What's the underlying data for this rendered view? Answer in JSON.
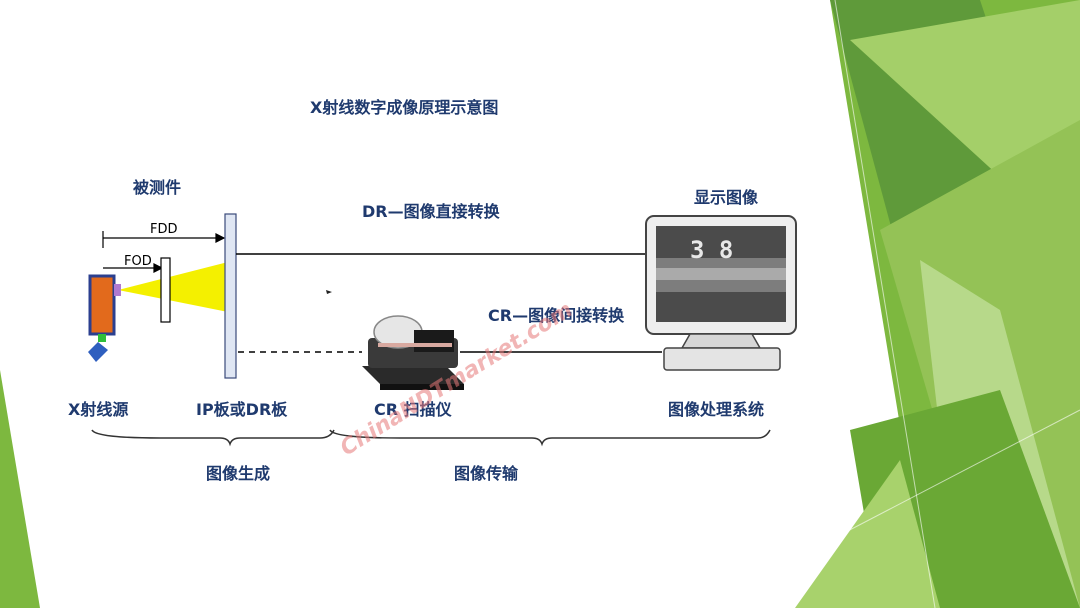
{
  "title": "X射线数字成像原理示意图",
  "labels": {
    "object": "被测件",
    "fdd": "FDD",
    "fod": "FOD",
    "dr_path": "DR—图像直接转换",
    "cr_path": "CR—图像间接转换",
    "display": "显示图像",
    "source": "X射线源",
    "plate": "IP板或DR板",
    "scanner": "CR 扫描仪",
    "processing": "图像处理系统",
    "generation": "图像生成",
    "transmission": "图像传输"
  },
  "monitor": {
    "digits": "3 8"
  },
  "watermark": "ChinaNDTmarket.com",
  "colors": {
    "label_text": "#1f3a6e",
    "green_dark": "#5f9a3a",
    "green_mid": "#7db83f",
    "green_light": "#b7d98a",
    "beam": "#f4f000",
    "source_body": "#e26a1c",
    "plate": "#dfe6f3"
  }
}
